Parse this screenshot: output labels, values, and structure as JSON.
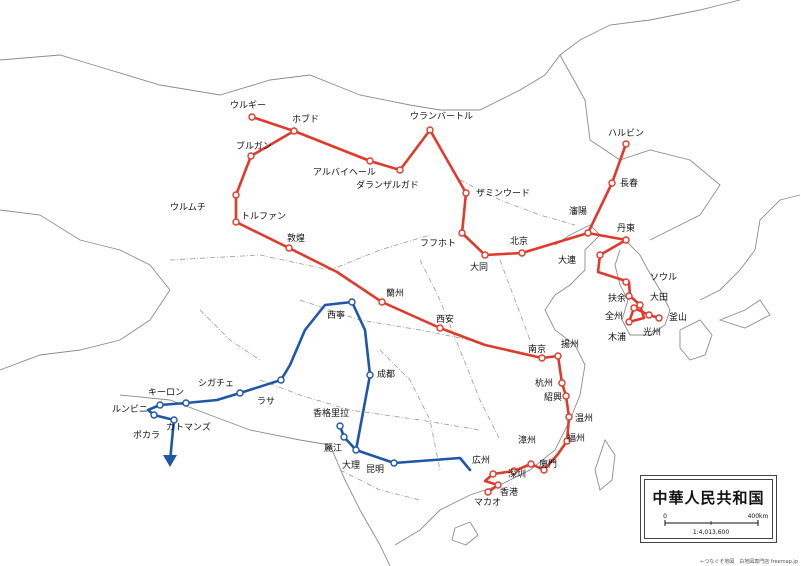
{
  "map": {
    "title": "中華人民共和国",
    "scale": {
      "zero": "0",
      "max": "400km",
      "ratio": "1:4,013,600"
    },
    "credit": "←つなぐそ地図　白地図専門店 freemap.jp",
    "route_colors": {
      "red": "#e03a2c",
      "blue": "#1f56a8"
    }
  },
  "cities": [
    {
      "id": "urugi",
      "name": "ウルギー",
      "route": "red"
    },
    {
      "id": "hovd",
      "name": "ホブド",
      "route": "red"
    },
    {
      "id": "bulgan",
      "name": "ブルガン",
      "route": "red"
    },
    {
      "id": "altai",
      "name": "アルバイヘール",
      "route": "red"
    },
    {
      "id": "dalanzadgad",
      "name": "ダランザルガド",
      "route": "red"
    },
    {
      "id": "ulaanbaatar",
      "name": "ウランバートル",
      "route": "red"
    },
    {
      "id": "zamiinuud",
      "name": "ザミンウード",
      "route": "red"
    },
    {
      "id": "harbin",
      "name": "ハルビン",
      "route": "red"
    },
    {
      "id": "changchun",
      "name": "長春",
      "route": "red"
    },
    {
      "id": "shenyang",
      "name": "瀋陽",
      "route": "red"
    },
    {
      "id": "dandong",
      "name": "丹東",
      "route": "red"
    },
    {
      "id": "dalian",
      "name": "大連",
      "route": "red"
    },
    {
      "id": "hohhot",
      "name": "フフホト",
      "route": "red"
    },
    {
      "id": "beijing",
      "name": "北京",
      "route": "red"
    },
    {
      "id": "datong",
      "name": "大同",
      "route": "red"
    },
    {
      "id": "urumqi",
      "name": "ウルムチ",
      "route": "red"
    },
    {
      "id": "turpan",
      "name": "トルファン",
      "route": "red"
    },
    {
      "id": "dunhuang",
      "name": "敦煌",
      "route": "red"
    },
    {
      "id": "lanzhou",
      "name": "蘭州",
      "route": "red"
    },
    {
      "id": "xian",
      "name": "西安",
      "route": "red"
    },
    {
      "id": "nanjing",
      "name": "南京",
      "route": "red"
    },
    {
      "id": "yangzhou",
      "name": "揚州",
      "route": "red"
    },
    {
      "id": "hangzhou",
      "name": "杭州",
      "route": "red"
    },
    {
      "id": "shaoxing",
      "name": "紹興",
      "route": "red"
    },
    {
      "id": "wenzhou",
      "name": "温州",
      "route": "red"
    },
    {
      "id": "fuzhou",
      "name": "福州",
      "route": "red"
    },
    {
      "id": "xiamen",
      "name": "廈門",
      "route": "red"
    },
    {
      "id": "zhangzhou",
      "name": "漳州",
      "route": "red"
    },
    {
      "id": "shenzhen",
      "name": "深圳",
      "route": "red"
    },
    {
      "id": "guangzhou",
      "name": "広州",
      "route": "red"
    },
    {
      "id": "hongkong",
      "name": "香港",
      "route": "red"
    },
    {
      "id": "macau",
      "name": "マカオ",
      "route": "red"
    },
    {
      "id": "seoul",
      "name": "ソウル",
      "route": "red"
    },
    {
      "id": "buyeo",
      "name": "扶余",
      "route": "red"
    },
    {
      "id": "daejeon",
      "name": "大田",
      "route": "red"
    },
    {
      "id": "jeonju",
      "name": "全州",
      "route": "red"
    },
    {
      "id": "busan",
      "name": "釜山",
      "route": "red"
    },
    {
      "id": "gwangju",
      "name": "光州",
      "route": "red"
    },
    {
      "id": "mokpo",
      "name": "木浦",
      "route": "red"
    },
    {
      "id": "xining",
      "name": "西寧",
      "route": "blue"
    },
    {
      "id": "chengdu",
      "name": "成都",
      "route": "blue"
    },
    {
      "id": "shangrila",
      "name": "香格里拉",
      "route": "blue"
    },
    {
      "id": "lijiang",
      "name": "麗江",
      "route": "blue"
    },
    {
      "id": "dali",
      "name": "大理",
      "route": "blue"
    },
    {
      "id": "kunming",
      "name": "昆明",
      "route": "blue"
    },
    {
      "id": "shigatse",
      "name": "シガチェ",
      "route": "blue"
    },
    {
      "id": "lhasa",
      "name": "ラサ",
      "route": "blue"
    },
    {
      "id": "kyirong",
      "name": "キーロン",
      "route": "blue"
    },
    {
      "id": "lumbini",
      "name": "ルンビニ",
      "route": "blue"
    },
    {
      "id": "kathmandu",
      "name": "カトマンズ",
      "route": "blue"
    },
    {
      "id": "pokhara",
      "name": "ポカラ",
      "route": "blue"
    }
  ]
}
